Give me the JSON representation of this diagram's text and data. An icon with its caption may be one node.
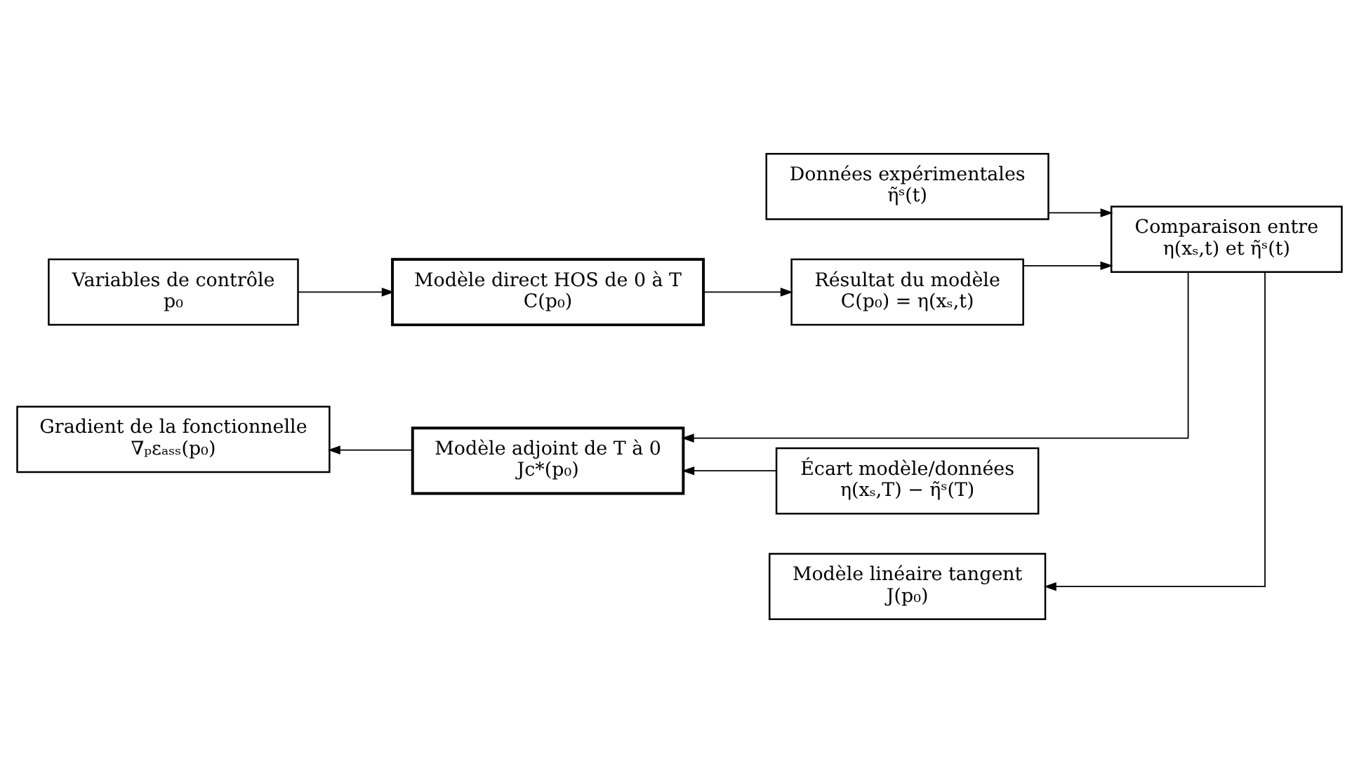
{
  "diagram": {
    "nodes": [
      {
        "text": [
          "Données expérimentales",
          "η̃ˢ(t)"
        ]
      },
      {
        "text": [
          "Variables de contrôle",
          "p₀"
        ]
      },
      {
        "text": [
          "Modèle direct HOS de 0 à T",
          "C(p₀)"
        ]
      },
      {
        "text": [
          "Résultat du modèle",
          "C(p₀) = η(xₛ,t)"
        ]
      },
      {
        "text": [
          "Comparaison entre",
          "η(xₛ,t) et η̃ˢ(t)"
        ]
      },
      {
        "text": [
          "Gradient de la fonctionnelle",
          "∇ₚεₐₛₛ(p₀)"
        ]
      },
      {
        "text": [
          "Modèle adjoint de T à 0",
          "Jc*(p₀)"
        ]
      },
      {
        "text": [
          "Écart modèle/données",
          "η(xₛ,T) − η̃ˢ(T)"
        ]
      },
      {
        "text": [
          "Modèle linéaire tangent",
          "J(p₀)"
        ]
      }
    ],
    "edges": [
      {
        "from": 0,
        "to": 4,
        "arrow": "to"
      },
      {
        "from": 1,
        "to": 2,
        "arrow": "to"
      },
      {
        "from": 2,
        "to": 3,
        "arrow": "to"
      },
      {
        "from": 3,
        "to": 4,
        "arrow": "to"
      },
      {
        "from": 4,
        "to": 6,
        "arrow": "to"
      },
      {
        "from": 4,
        "to": 8,
        "arrow": "to"
      },
      {
        "from": 7,
        "to": 6,
        "arrow": "to"
      },
      {
        "from": 6,
        "to": 5,
        "arrow": "to"
      }
    ]
  }
}
